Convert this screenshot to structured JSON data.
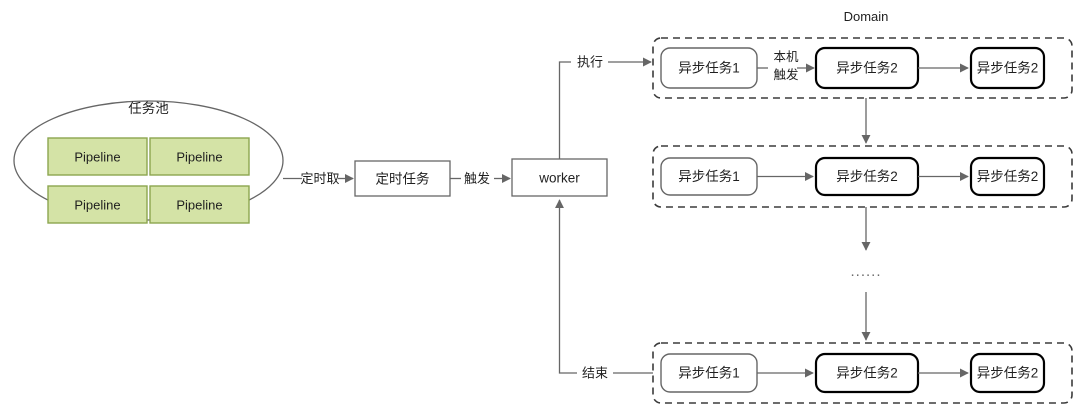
{
  "diagram": {
    "title_domain": "Domain",
    "pool": {
      "title": "任务池",
      "pipelines": [
        {
          "label": "Pipeline"
        },
        {
          "label": "Pipeline"
        },
        {
          "label": "Pipeline"
        },
        {
          "label": "Pipeline"
        }
      ],
      "fill": "#d4e3a6",
      "stroke": "#8ca64f"
    },
    "nodes": {
      "scheduled_task": "定时任务",
      "worker": "worker"
    },
    "edges": {
      "pool_to_task": "定时取",
      "task_to_worker": "触发",
      "worker_to_domain": "执行",
      "domain_to_worker": "结束",
      "local_trigger_line1": "本机",
      "local_trigger_line2": "触发"
    },
    "ellipsis": "......",
    "domain_rows": [
      {
        "name": "domain-row-1",
        "tasks": [
          {
            "label": "异步任务1",
            "style": "thin"
          },
          {
            "label": "异步任务2",
            "style": "thick"
          },
          {
            "label": "异步任务2",
            "style": "thick"
          }
        ]
      },
      {
        "name": "domain-row-2",
        "tasks": [
          {
            "label": "异步任务1",
            "style": "thin"
          },
          {
            "label": "异步任务2",
            "style": "thick"
          },
          {
            "label": "异步任务2",
            "style": "thick"
          }
        ]
      },
      {
        "name": "domain-row-3",
        "tasks": [
          {
            "label": "异步任务1",
            "style": "thin"
          },
          {
            "label": "异步任务2",
            "style": "thick"
          },
          {
            "label": "异步任务2",
            "style": "thick"
          }
        ]
      }
    ],
    "colors": {
      "line": "#666666",
      "box_stroke": "#666666",
      "thick_stroke": "#000000",
      "dashed_stroke": "#3b3b3b",
      "text": "#1f1f1f",
      "background": "#ffffff"
    }
  }
}
